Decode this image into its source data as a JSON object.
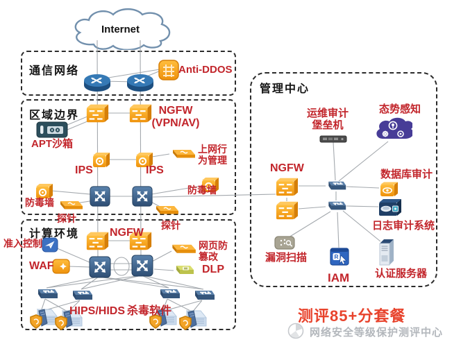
{
  "internet": {
    "label": "Internet"
  },
  "zones": {
    "comm": {
      "title": "通信网络"
    },
    "boundary": {
      "title": "区域边界"
    },
    "compute": {
      "title": "计算环境"
    },
    "mgmt": {
      "title": "管理中心"
    }
  },
  "labels": {
    "anti_ddos": "Anti-DDOS",
    "ngfw_vpn": "NGFW\n(VPN/AV)",
    "apt_sandbox": "APT沙箱",
    "ips_left": "IPS",
    "ips_right": "IPS",
    "behavior_mgmt": "上网行\n为管理",
    "av_wall_left": "防毒墙",
    "av_wall_right": "防毒墙",
    "probe_left": "探针",
    "probe_right": "探针",
    "nac": "准入控制",
    "waf": "WAF",
    "ngfw_compute": "NGFW",
    "web_tamper": "网页防\n篡改",
    "dlp": "DLP",
    "hips_hids": "HIPS/HIDS",
    "antivirus_sw": "杀毒软件",
    "ops_audit": "运维审计\n堡垒机",
    "situation": "态势感知",
    "ngfw_mgmt": "NGFW",
    "db_audit": "数据库审计",
    "log_audit": "日志审计系统",
    "vuln_scan": "漏洞扫描",
    "iam": "IAM",
    "auth_server": "认证服务器"
  },
  "footer": {
    "package": "测评85+分套餐",
    "watermark": "网络安全等级保护测评中心"
  },
  "colors": {
    "label_red": "#c2252b",
    "zone_title_black": "#141414",
    "device_orange": "#f6a01c",
    "router_blue": "#2f6da8",
    "switch_blue": "#3c5d84",
    "situation_purple": "#473c97",
    "package_red": "#e8432c",
    "line_gray": "#a3a8ad",
    "watermark_gray": "#b3b7bc"
  }
}
